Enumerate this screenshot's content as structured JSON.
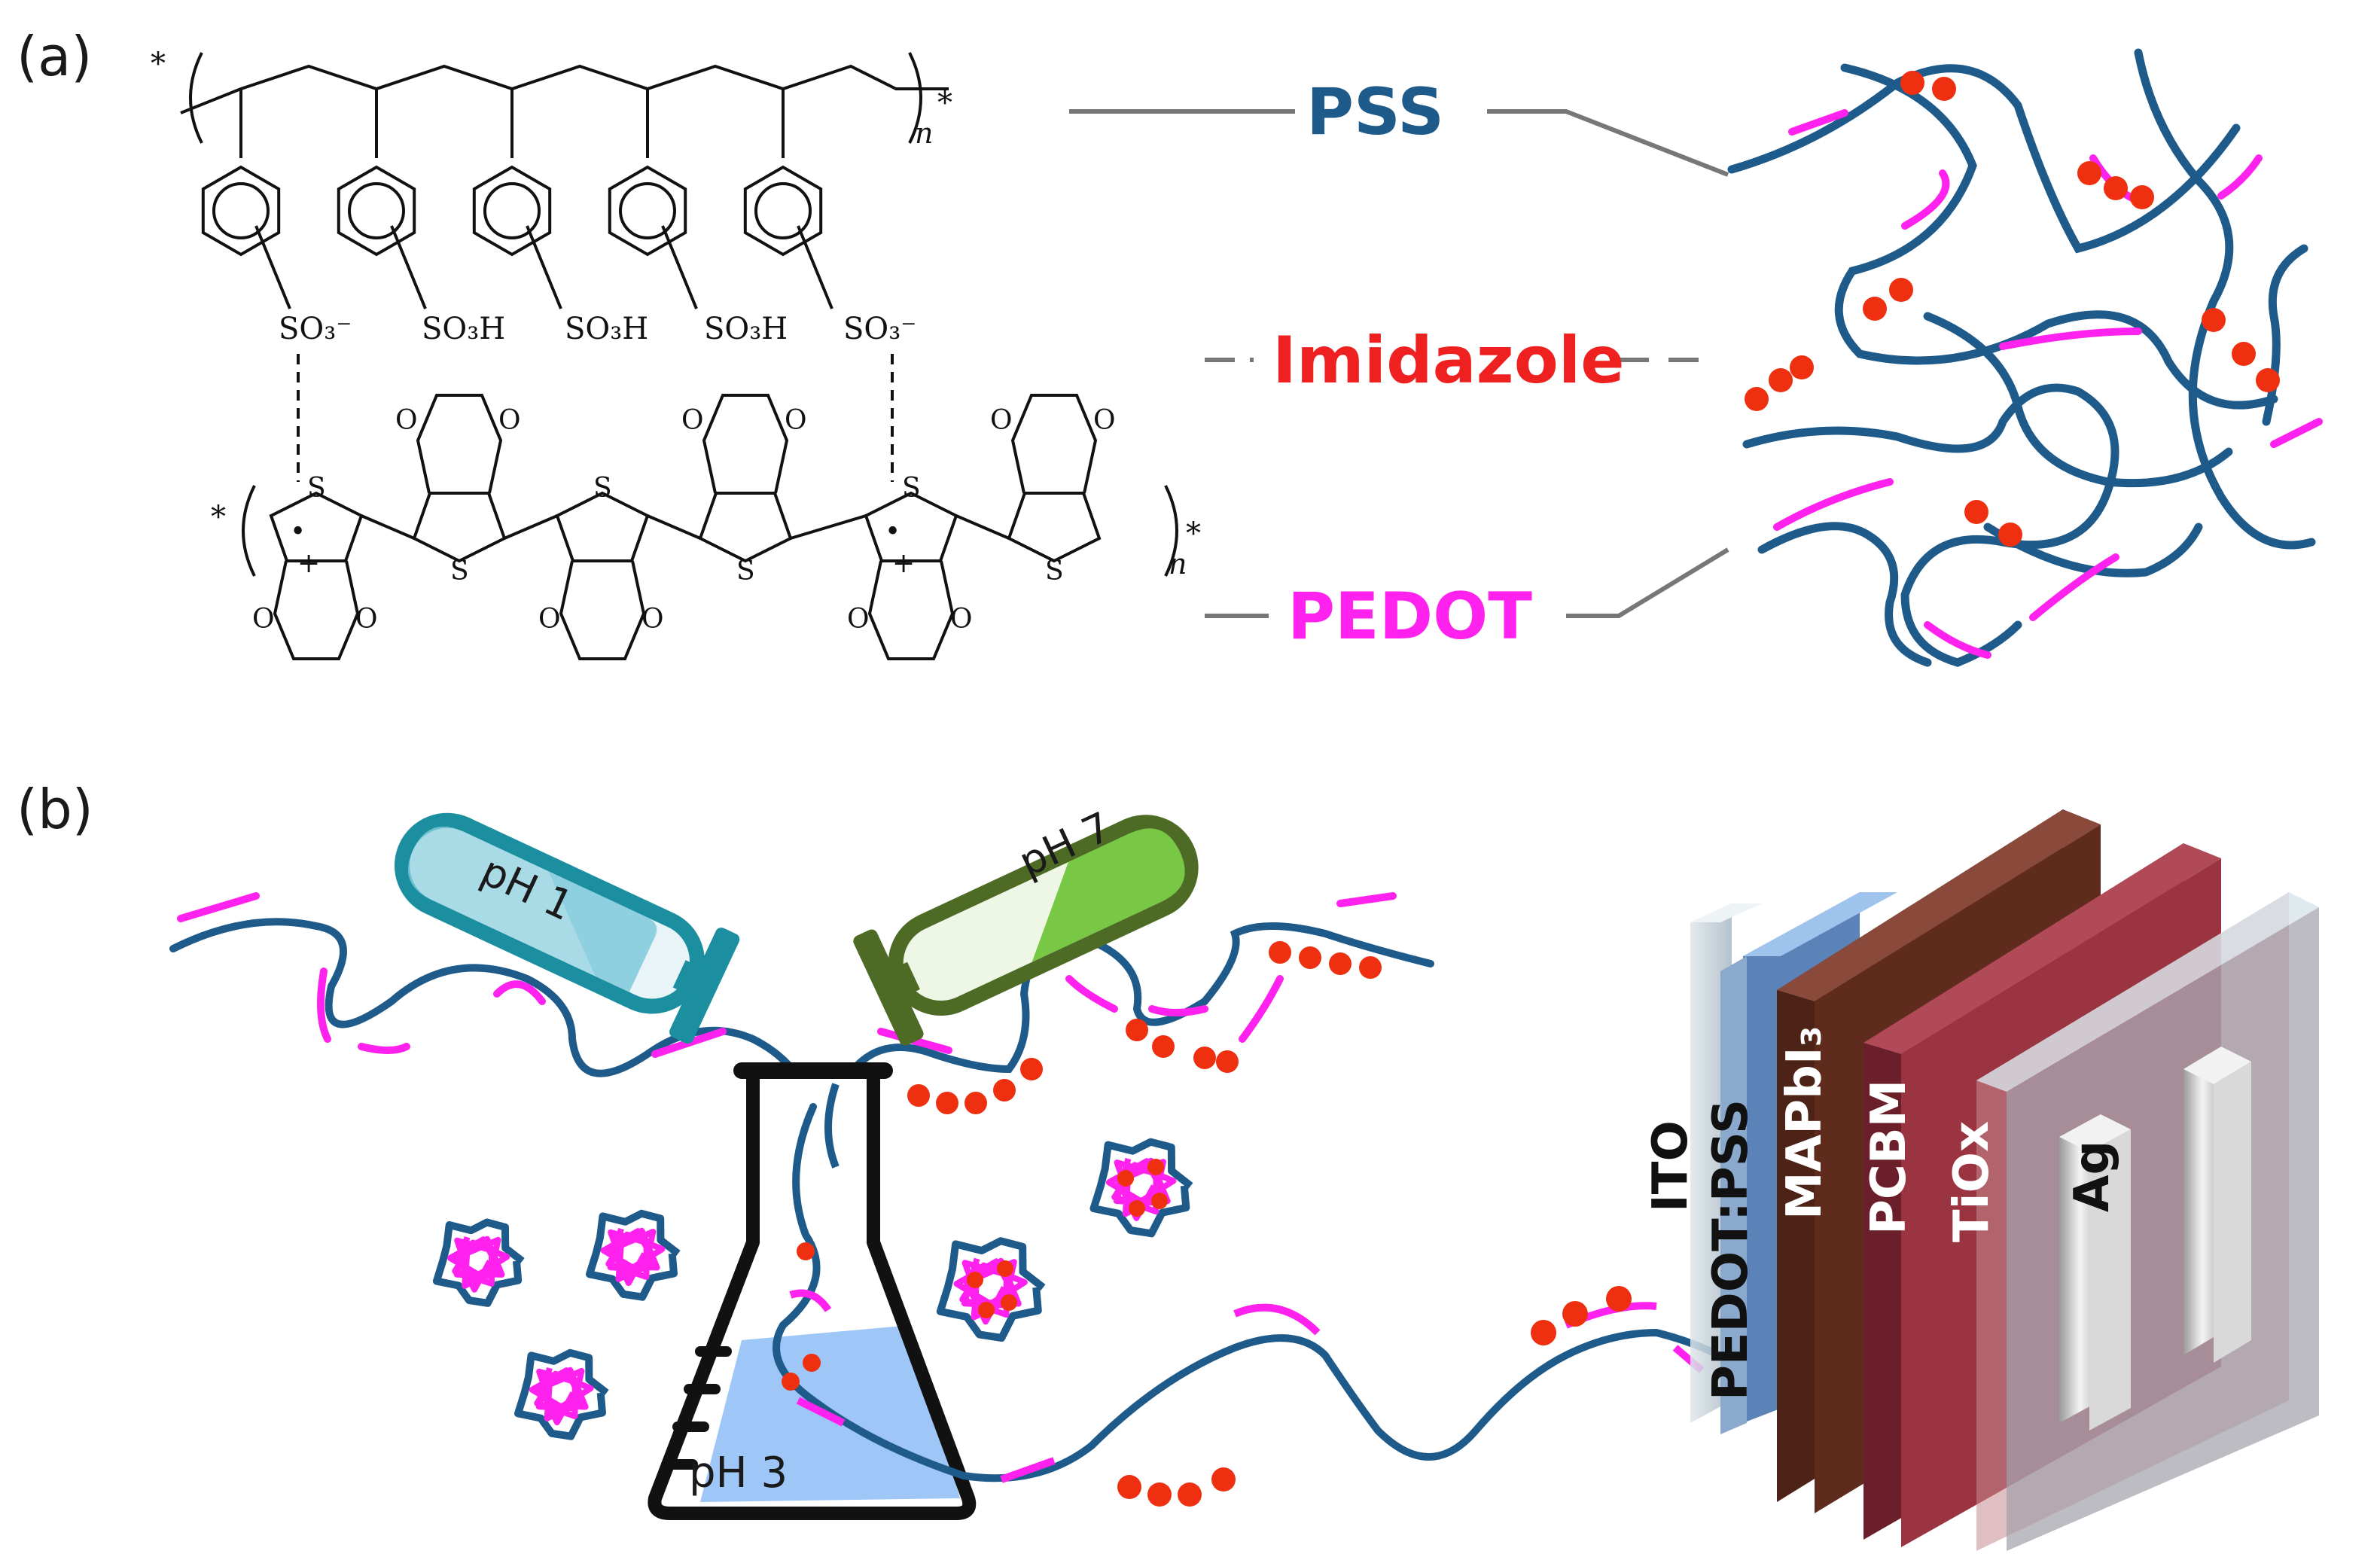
{
  "panels": {
    "a": "(a)",
    "b": "(b)"
  },
  "legend": {
    "pss": {
      "label": "PSS",
      "color": "#1f5b8a"
    },
    "imidazole": {
      "label": "Imidazole",
      "color": "#ee2020"
    },
    "pedot": {
      "label": "PEDOT",
      "color": "#ff22ee"
    }
  },
  "chem": {
    "star": "*",
    "n": "n",
    "so3_minus": "SO₃⁻",
    "so3h": "SO₃H",
    "s": "S",
    "o": "O",
    "plus": "+",
    "dot": "•"
  },
  "tubes": {
    "left": {
      "label": "pH 1",
      "color": "#1b8fa0"
    },
    "right": {
      "label": "pH 7",
      "color": "#4d6b25"
    }
  },
  "flask": {
    "label": "pH 3",
    "liquid_color": "#9ec6f7"
  },
  "device_layers": [
    {
      "label": "ITO",
      "color": "#c9d3d9"
    },
    {
      "label": "PEDOT:PSS",
      "color": "#6c93c4"
    },
    {
      "label": "MAPbI₃",
      "color": "#5a2a1a"
    },
    {
      "label": "PCBM",
      "color": "#8b2d3c"
    },
    {
      "label": "TiOx",
      "color": "#b57278"
    },
    {
      "label": "Ag",
      "color": "#bfbfbf"
    }
  ]
}
